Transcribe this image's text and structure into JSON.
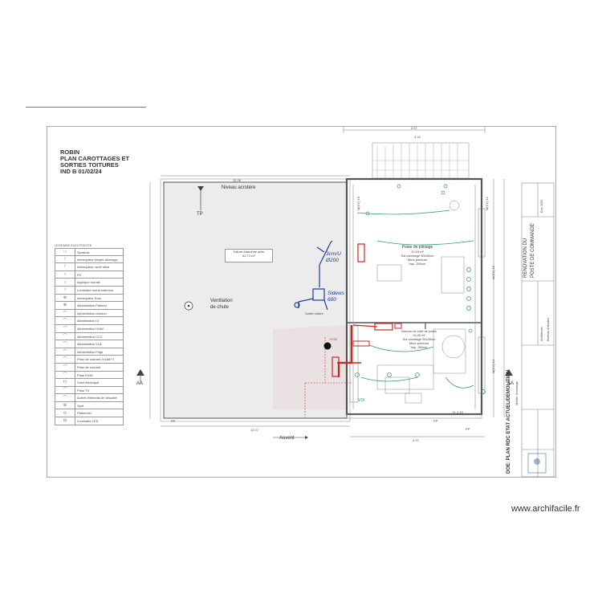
{
  "title_block": {
    "line1": "ROBIN",
    "line2": "PLAN CAROTTAGES ET",
    "line3": "SORTIES TOITURES",
    "line4": "IND B 01/02/24"
  },
  "legend": {
    "header": "LEGENDE ELECTRICITE",
    "items": [
      {
        "symbol": "□",
        "label": "Symbole"
      },
      {
        "symbol": "⁄",
        "label": "Interrupteur simple allumage"
      },
      {
        "symbol": "⁄",
        "label": "Interrupteur va et vient"
      },
      {
        "symbol": "○",
        "label": "PC"
      },
      {
        "symbol": "○",
        "label": "Applique murale"
      },
      {
        "symbol": "○",
        "label": "Luminaire mural extérieur"
      },
      {
        "symbol": "⊗",
        "label": "Interrupteur Rolo"
      },
      {
        "symbol": "⊗",
        "label": "Alimentation Plafond"
      },
      {
        "symbol": "⌒",
        "label": "Alimentation cuisson"
      },
      {
        "symbol": "⌒",
        "label": "Alimentation LV"
      },
      {
        "symbol": "⌒",
        "label": "Alimentation HVAC"
      },
      {
        "symbol": "⌒",
        "label": "Alimentation CCC"
      },
      {
        "symbol": "⌒",
        "label": "Alimentation VLA"
      },
      {
        "symbol": "⌒",
        "label": "Alimentation Frigo"
      },
      {
        "symbol": "⌒",
        "label": "Prise de courant 2x16A+T"
      },
      {
        "symbol": "⌒",
        "label": "Prise de courant"
      },
      {
        "symbol": "⌒",
        "label": "Prise RJ45"
      },
      {
        "symbol": "⊓",
        "label": "Volet électrique"
      },
      {
        "symbol": "⌒",
        "label": "Prise TV"
      },
      {
        "symbol": "⌒",
        "label": "Autres éléments de sécurité"
      },
      {
        "symbol": "⊕",
        "label": "Spot"
      },
      {
        "symbol": "⊙",
        "label": "Plafonnier"
      },
      {
        "symbol": "⊟",
        "label": "Luminaire LED"
      }
    ]
  },
  "plan": {
    "roof_label": "Niveau acrotère",
    "roof_note": "Toiture étanchée acier",
    "roof_note2": "62,71 m²",
    "chute_label1": "Ventilation",
    "chute_label2": "de chute",
    "tp_label": "TP",
    "aa_left": "AA",
    "aa_right": "AA",
    "dim_top": "3.97",
    "dim_top2": "3.19",
    "dim_roof": "12.28",
    "dim_bottom": "12.07",
    "dim_bottom2": "2.07",
    "pp_left": "PP",
    "pp_mid": "PP",
    "pp_right": "PP",
    "auvent": "Auvent",
    "vdi": "VDI",
    "mz_labels": [
      "M(CV) 15",
      "M(CV) 12",
      "M(CV) 15",
      "M(CV) 14"
    ],
    "poste_title": "Poste de pilotage",
    "poste_lines": [
      "10,09 m²",
      "Sol carrelage 30x30cm",
      "Murs peinture",
      "hsp. 250cm"
    ],
    "bureau_title": "Bureau de chef de poste",
    "bureau_lines": [
      "10,40 m²",
      "Sol carrelage 30x30cm",
      "Murs peinture",
      "hsp. 260cm"
    ],
    "hand_notes": [
      "3cm/U",
      "Ø200",
      "Sidews",
      "600"
    ],
    "sortie_label": "Sortie toiture",
    "hauteur_label": "H. 2.10",
    "elev_label": "+0.00"
  },
  "cartouche": {
    "project1": "RENOVATION DU",
    "project2": "POSTE DE COMMANDE",
    "plan_title": "DOE: PLAN RDC ETAT ACTUEL/DEMOLITION",
    "small_lines": [
      "Maître d'ouvrage",
      "Architecte",
      "Bureau d'études",
      "Ech 1/50"
    ]
  },
  "watermark": "www.archifacile.fr",
  "colors": {
    "red": "#c8281e",
    "blue": "#1a3d9e",
    "green": "#2e9a6e",
    "roof_fill": "#ececec",
    "wall": "#555555"
  }
}
